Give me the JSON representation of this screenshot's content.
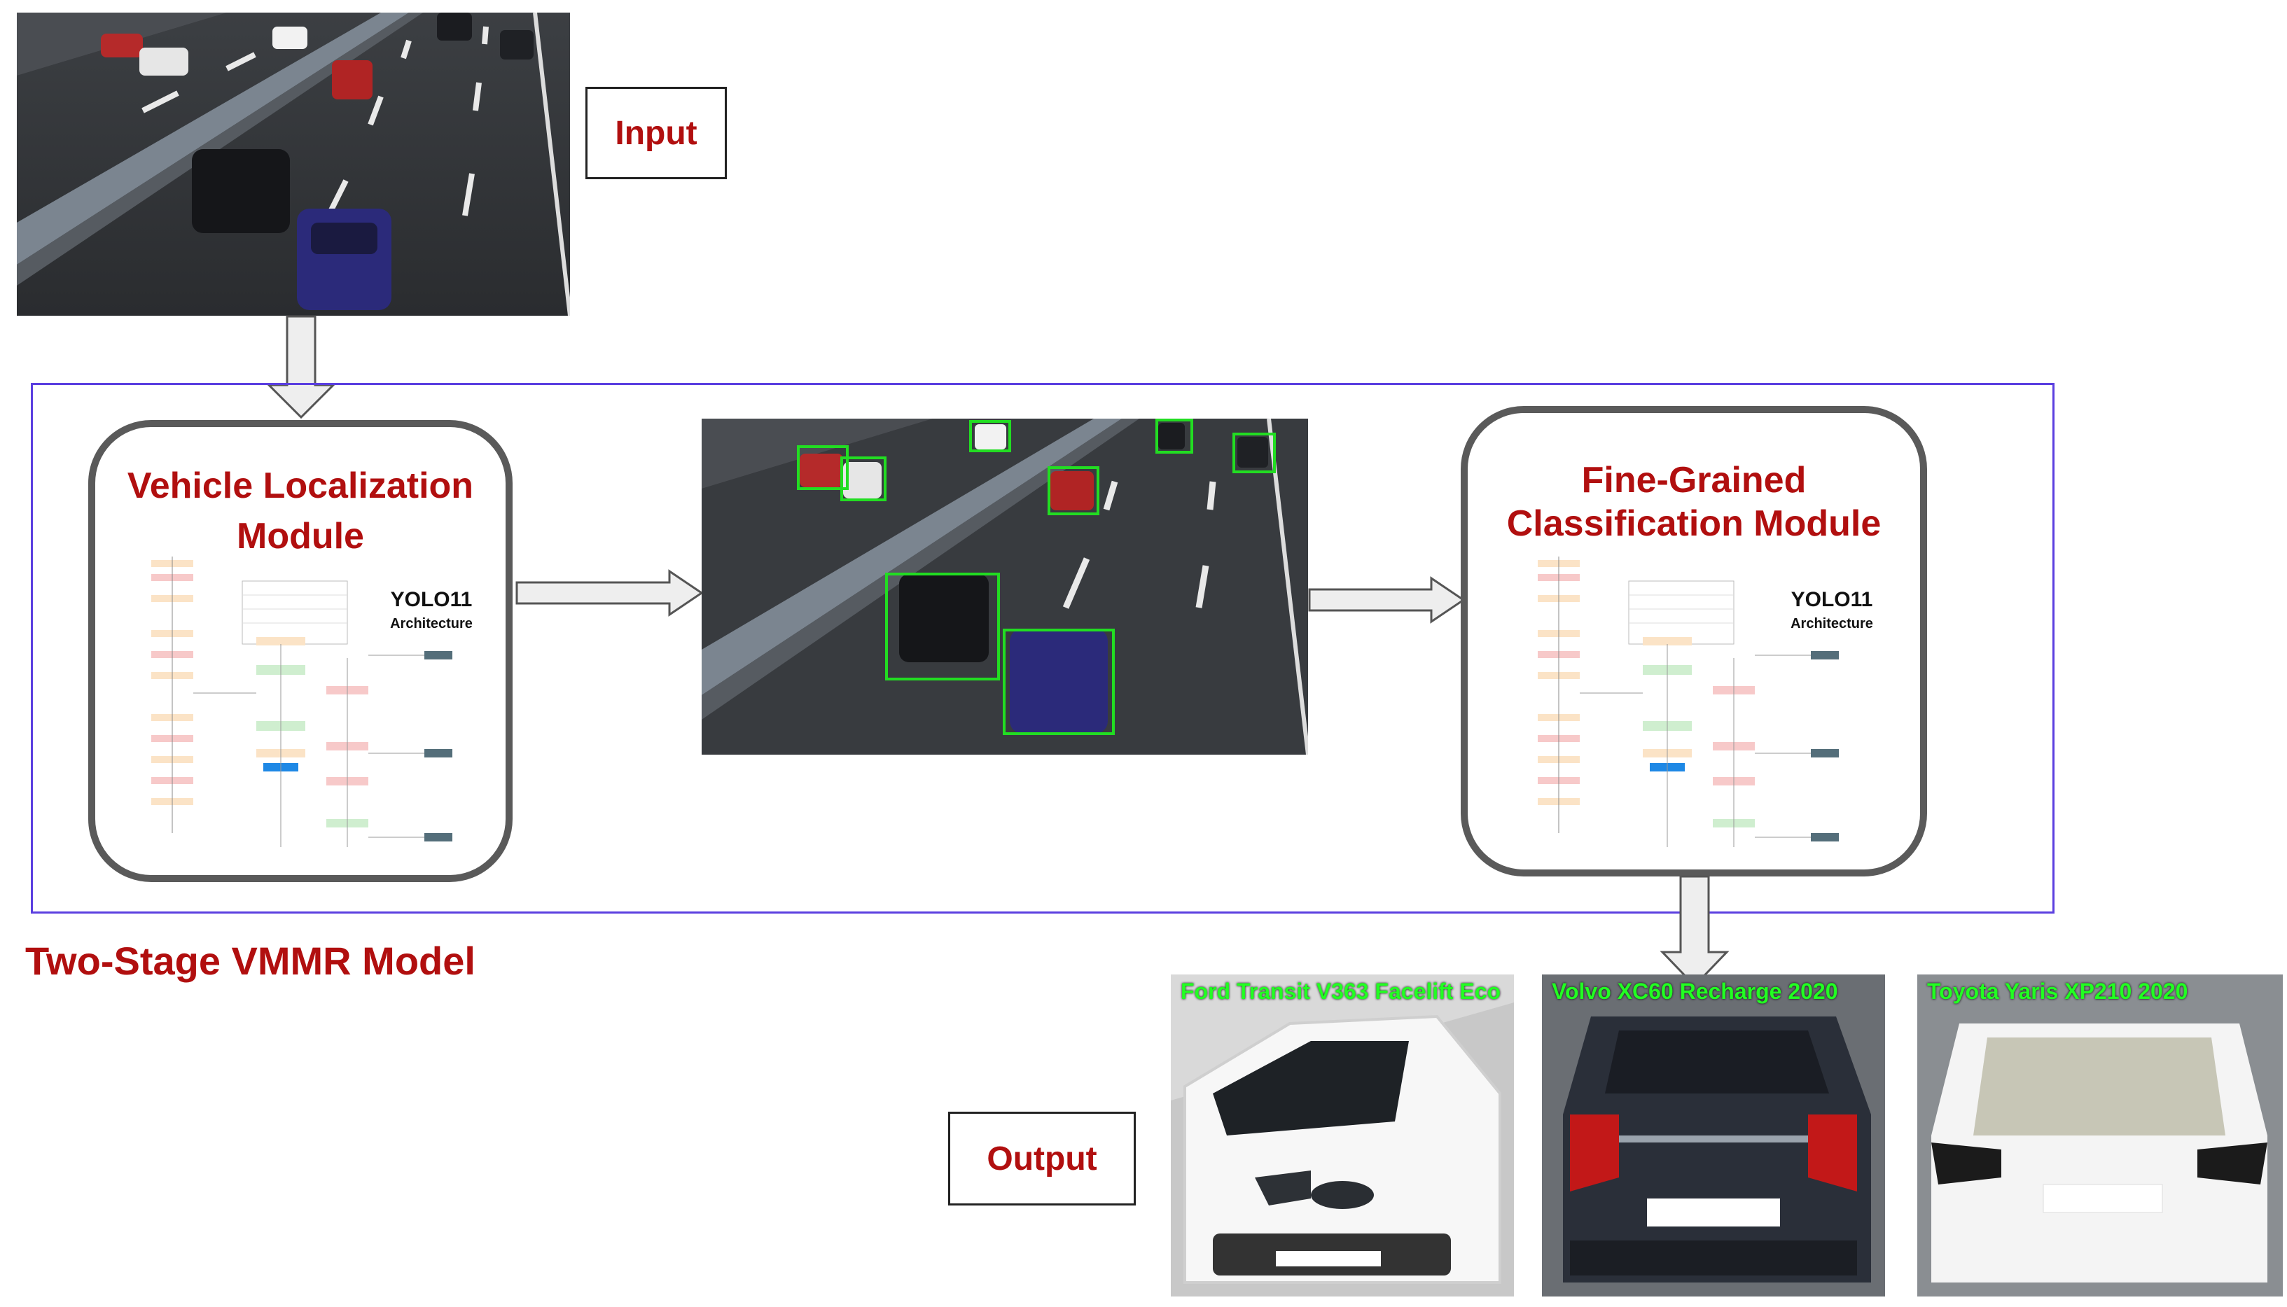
{
  "labels": {
    "input": "Input",
    "output": "Output",
    "stage": "Two-Stage VMMR Model"
  },
  "modules": {
    "localization": {
      "line1": "Vehicle Localization",
      "line2": "Module"
    },
    "classification": {
      "line1": "Fine-Grained",
      "line2": "Classification Module"
    }
  },
  "architecture": {
    "name": "YOLO11",
    "subtitle": "Architecture"
  },
  "outputs": [
    {
      "caption": "Ford Transit V363 Facelift Eco"
    },
    {
      "caption": "Volvo XC60 Recharge  2020"
    },
    {
      "caption": "Toyota Yaris XP210  2020"
    }
  ],
  "colors": {
    "title_red": "#b10f0f",
    "frame_purple": "#5b3fe0",
    "bbox_green": "#22dd22",
    "module_border": "#5a5a5a"
  }
}
